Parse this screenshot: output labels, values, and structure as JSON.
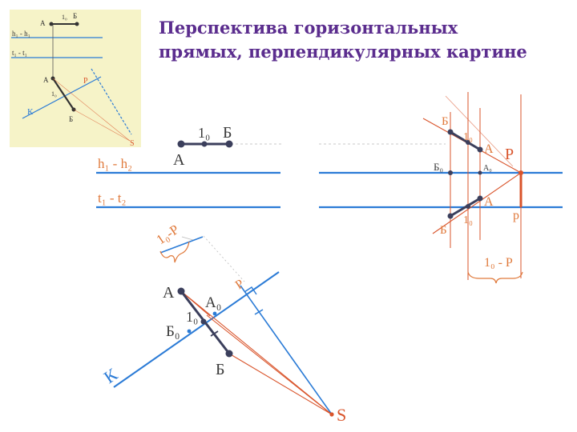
{
  "title": {
    "line1": "Перспектива горизонтальных",
    "line2": "прямых, перпендикулярных картине"
  },
  "thumbnail": {
    "background": "#f6f3c8",
    "labels": {
      "a_top": "А",
      "one_top": "1₀",
      "b_top": "Б",
      "h_label": "h₁ - h₁",
      "t_label": "t₁ - t₁",
      "a_low": "А",
      "one_low": "1₀",
      "b_low": "Б",
      "k": "К",
      "p": "Р",
      "s": "S"
    }
  },
  "center": {
    "labels": {
      "a": "А",
      "one_zero": "1₀",
      "b": "Б",
      "h_label": "h₁ - h₂",
      "t_label": "t₁ - t₂",
      "one_zero_p": "1₀-Р",
      "p": "Р",
      "a_persp": "А",
      "a_zero": "А₀",
      "one_persp": "1₀",
      "b_zero": "Б₀",
      "b_persp": "Б",
      "k": "К",
      "s": "S"
    }
  },
  "right": {
    "labels": {
      "b_top": "Б",
      "one_top": "1₀",
      "a_top": "А",
      "b_zero": "Б₀",
      "a_zero": "А₀",
      "p_upper": "Р",
      "a_low": "А",
      "one_low": "1₀",
      "b_low": "Б",
      "p_lower": "р",
      "one_zero_p": "1₀ - Р"
    }
  },
  "colors": {
    "title": "#5b2d8e",
    "blue_line": "#2b7bd6",
    "red_line": "#d9542b",
    "orange_text": "#e07a3c",
    "dark_segment": "#3b3f5c",
    "gray_text": "#3a3a3a",
    "faint_line": "#b8b8b8"
  }
}
